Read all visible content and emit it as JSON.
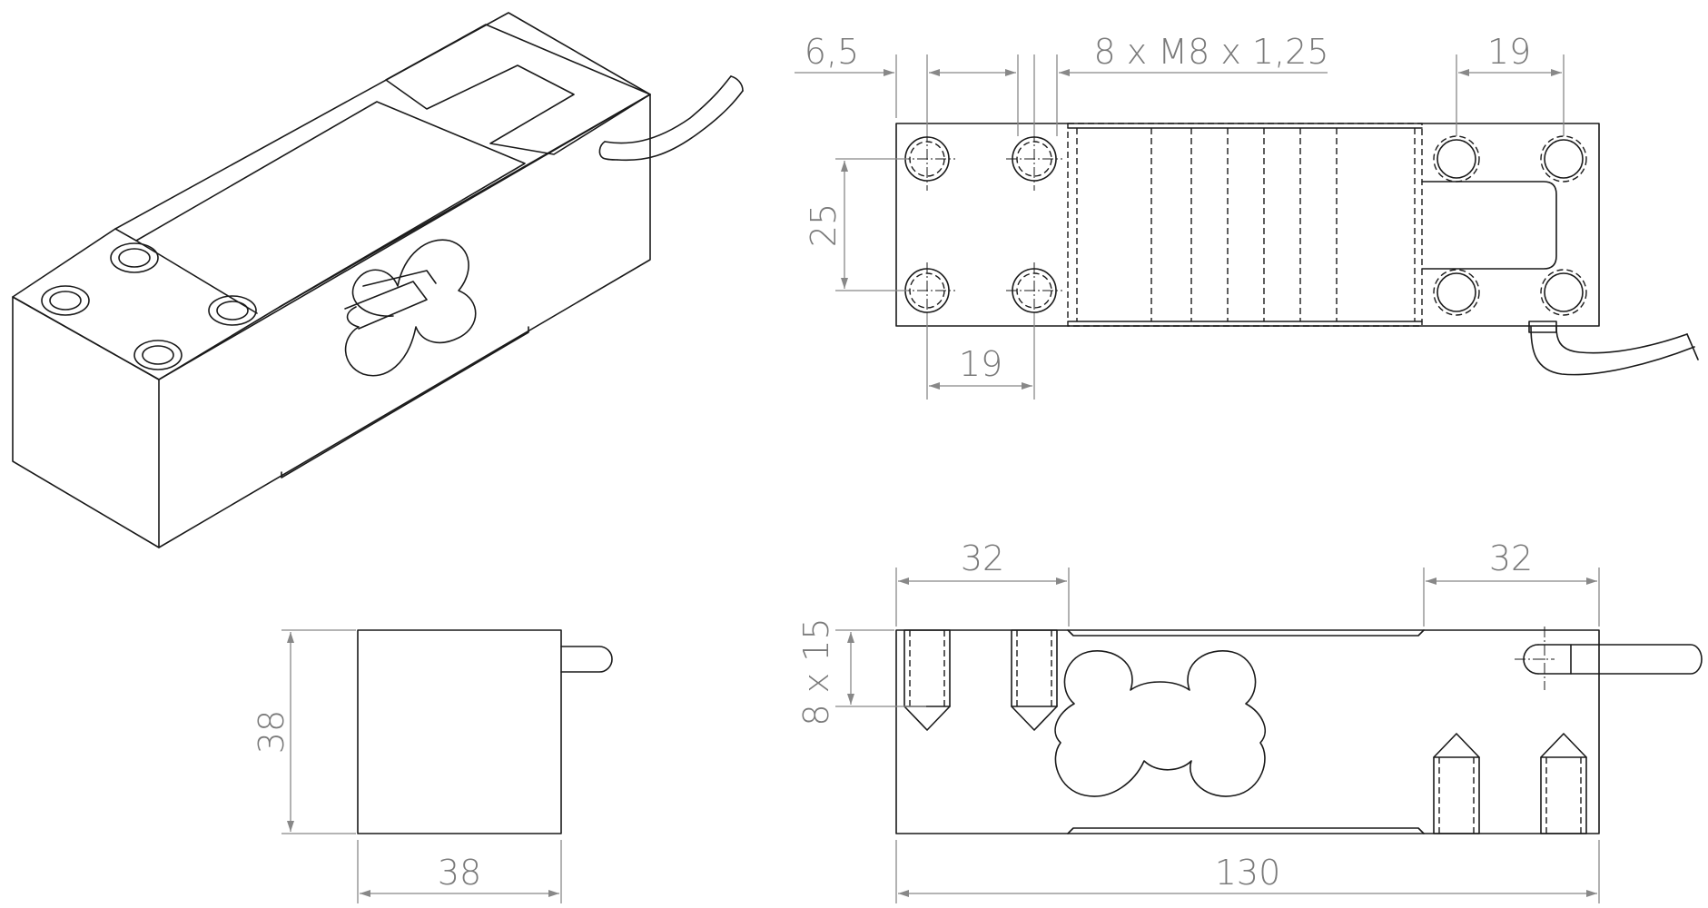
{
  "drawing": {
    "top_view": {
      "dim_edge_offset": "6,5",
      "dim_thread": "8 x M8 x 1,25",
      "dim_hole_spacing_right": "19",
      "dim_hole_spacing_left": "19",
      "dim_row_spacing": "25"
    },
    "side_view": {
      "dim_height": "38",
      "dim_width": "38"
    },
    "front_view": {
      "dim_left_hole_zone": "32",
      "dim_right_hole_zone": "32",
      "dim_thread_depth": "8 x 15",
      "dim_total_length": "130"
    },
    "colors": {
      "outline": "#1a1a1a",
      "dimension": "#888888"
    }
  }
}
